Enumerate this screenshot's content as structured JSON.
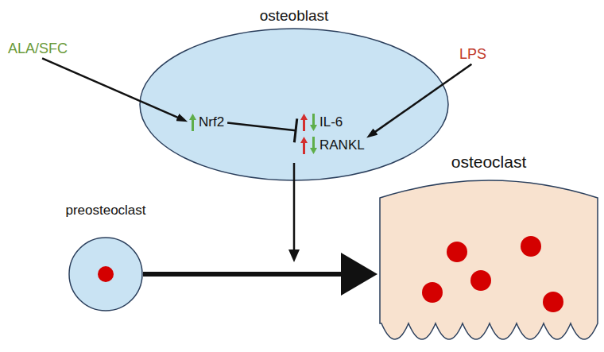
{
  "diagram": {
    "nodes": [
      {
        "text": [
          "osteoblast"
        ]
      },
      {
        "text": [
          "Nrf2"
        ],
        "in": 0
      },
      {
        "text": [
          "IL-6"
        ],
        "in": 0
      },
      {
        "text": [
          "RANKL"
        ],
        "in": 0
      },
      {
        "text": [
          "ALA/SFC"
        ]
      },
      {
        "text": [
          "LPS"
        ]
      },
      {
        "text": [
          "preosteoclast"
        ]
      },
      {
        "text": [
          "osteoclast"
        ]
      }
    ],
    "edges": [
      {
        "from": 4,
        "to": 1,
        "arrow": "to"
      },
      {
        "from": 1,
        "to": 2,
        "arrow": "to"
      },
      {
        "from": 5,
        "to": 3,
        "arrow": "to"
      },
      {
        "from": 6,
        "to": 7,
        "arrow": "to"
      }
    ]
  }
}
